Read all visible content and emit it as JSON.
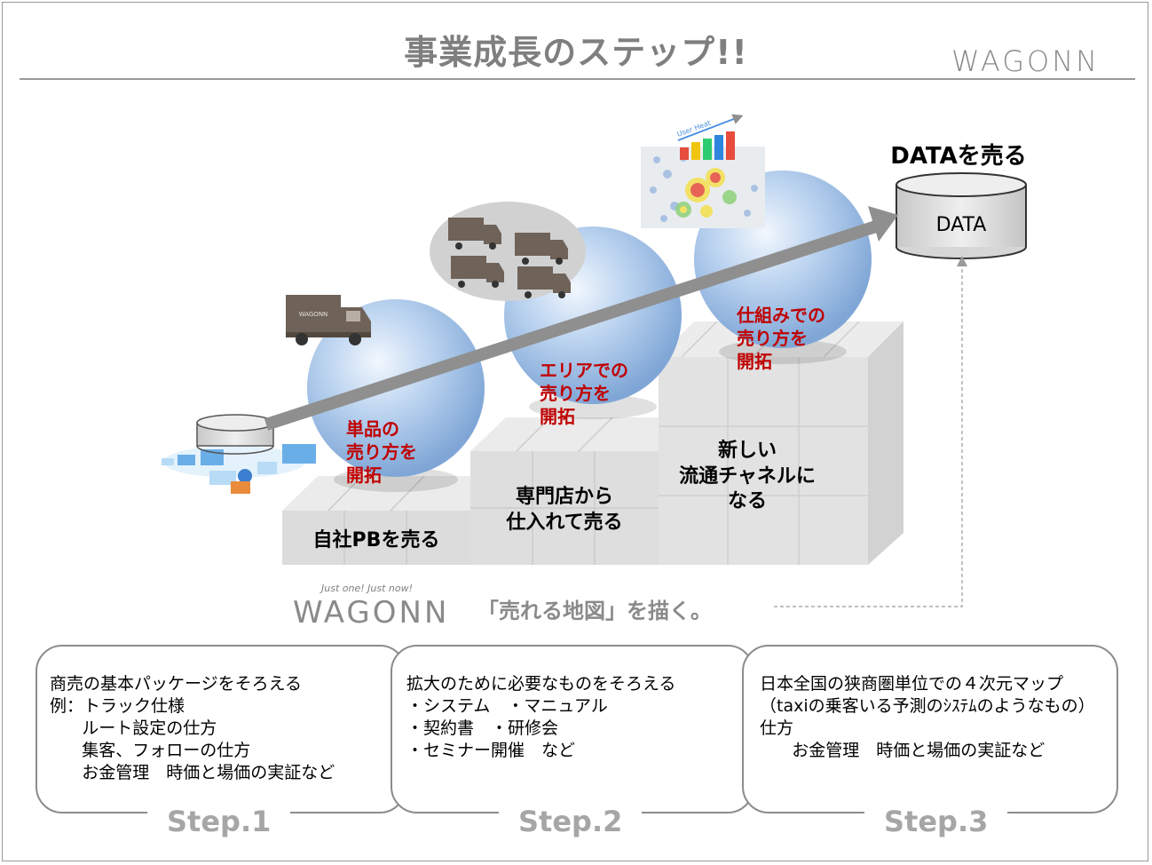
{
  "header": {
    "title": "事業成長のステップ!!",
    "brand": "WAGONN"
  },
  "diagram": {
    "data_heading": "DATAを売る",
    "data_cylinder_label": "DATA",
    "heatmap_label": "User Heat",
    "step_blocks": [
      {
        "label": "自社PBを売る"
      },
      {
        "label": "専門店から\n仕入れて売る"
      },
      {
        "label": "新しい\n流通チャネルに\nなる"
      }
    ],
    "sphere_captions": [
      {
        "text": "単品の\n売り方を\n開拓"
      },
      {
        "text": "エリアでの\n売り方を\n開拓"
      },
      {
        "text": "仕組みでの\n売り方を\n開拓"
      }
    ],
    "truck_label": "WAGONN",
    "tagline": "Just one!  Just now!",
    "brand_bottom": "WAGONN",
    "map_quote": "「売れる地図」を描く。",
    "colors": {
      "accent_red": "#c00000",
      "arrow_gray": "#8f8f8f",
      "sphere_blue": "#9fc0e8",
      "block_gray": "#dedede"
    }
  },
  "steps": [
    {
      "label": "Step.1",
      "lines": [
        "商売の基本パッケージをそろえる",
        "例：トラック仕様",
        "      ルート設定の仕方",
        "      集客、フォローの仕方",
        "      お金管理　時価と場価の実証など"
      ]
    },
    {
      "label": "Step.2",
      "lines": [
        "拡大のために必要なものをそろえる",
        "・システム　・マニュアル",
        "・契約書　・研修会",
        "・セミナー開催　など"
      ]
    },
    {
      "label": "Step.3",
      "lines": [
        "日本全国の狭商圏単位での４次元マップ",
        "（taxiの乗客いる予測のｼｽﾃﾑのようなもの）",
        "仕方",
        "      お金管理　時価と場価の実証など"
      ]
    }
  ]
}
